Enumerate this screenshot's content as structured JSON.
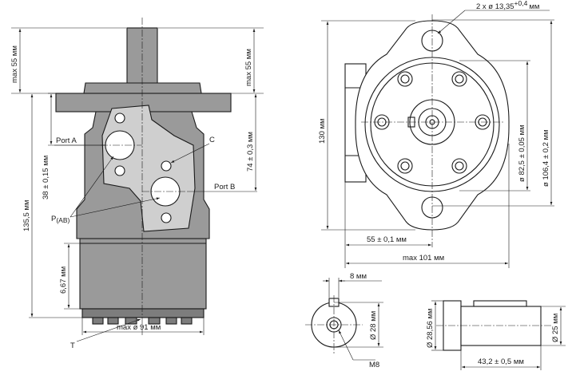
{
  "side_view": {
    "dim_max55_left": "max 55 мм",
    "dim_max55_right": "max 55 мм",
    "dim_135": "135,5 мм",
    "dim_38": "38 ± 0,15 мм",
    "dim_74": "74 ± 0,3 мм",
    "dim_667": "6,67 мм",
    "dim_max91": "max ø 91 мм",
    "label_port_a": "Port A",
    "label_port_b": "Port B",
    "label_c": "C",
    "label_p": "P",
    "label_p_sub": "(AB)",
    "label_t": "T"
  },
  "front_view": {
    "dim_holes": "2 x ø 13,35",
    "dim_holes_tol": "+0,4",
    "dim_holes_unit": "мм",
    "dim_130": "130 мм",
    "dim_825": "ø 82,5 ± 0,05 мм",
    "dim_1064": "ø 106,4 ± 0,2 мм",
    "dim_55": "55 ± 0,1 мм",
    "dim_max101": "max 101 мм"
  },
  "shaft_end": {
    "dim_8": "8 мм",
    "dim_28": "Ø 28 мм",
    "label_m8": "M8"
  },
  "shaft_side": {
    "dim_2856": "Ø 28,56 мм",
    "dim_25": "Ø 25 мм",
    "dim_432": "43,2 ± 0,5 мм"
  }
}
